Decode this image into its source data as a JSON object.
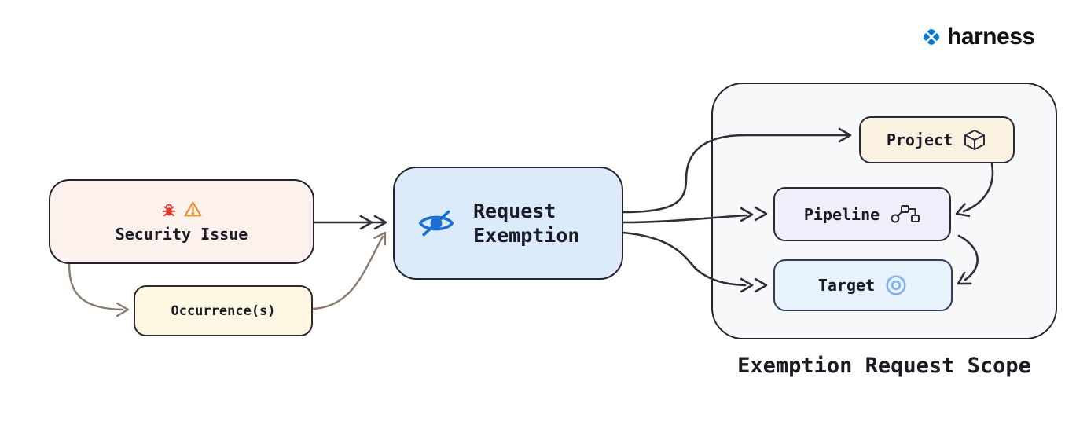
{
  "logo": {
    "text": "harness",
    "brand_color": "#0278d5",
    "text_color": "#121212"
  },
  "diagram": {
    "security_issue": {
      "label": "Security Issue",
      "bg": "#fdf1ee",
      "icons": [
        "bug-icon",
        "warning-icon"
      ]
    },
    "occurrences": {
      "label": "Occurrence(s)",
      "bg": "#fdf7e4"
    },
    "request_exemption": {
      "line1": "Request",
      "line2": "Exemption",
      "bg": "#dcebfa",
      "icon": "eye-slash-icon"
    },
    "scope": {
      "label": "Exemption Request Scope",
      "bg": "#f7f8fa",
      "items": [
        {
          "label": "Project",
          "bg": "#fbf1e0",
          "icon": "package-icon"
        },
        {
          "label": "Pipeline",
          "bg": "#f1edfa",
          "icon": "pipeline-icon"
        },
        {
          "label": "Target",
          "bg": "#e8f2fc",
          "icon": "target-icon"
        }
      ]
    }
  },
  "colors": {
    "node_border": "#23222e",
    "arrow_primary": "#2e2e38",
    "arrow_secondary": "#8b7b6e",
    "bug_red": "#d93a2b",
    "warning_orange": "#e2912f",
    "eye_blue": "#1c6fd2",
    "target_blue": "#7fb0e8"
  }
}
